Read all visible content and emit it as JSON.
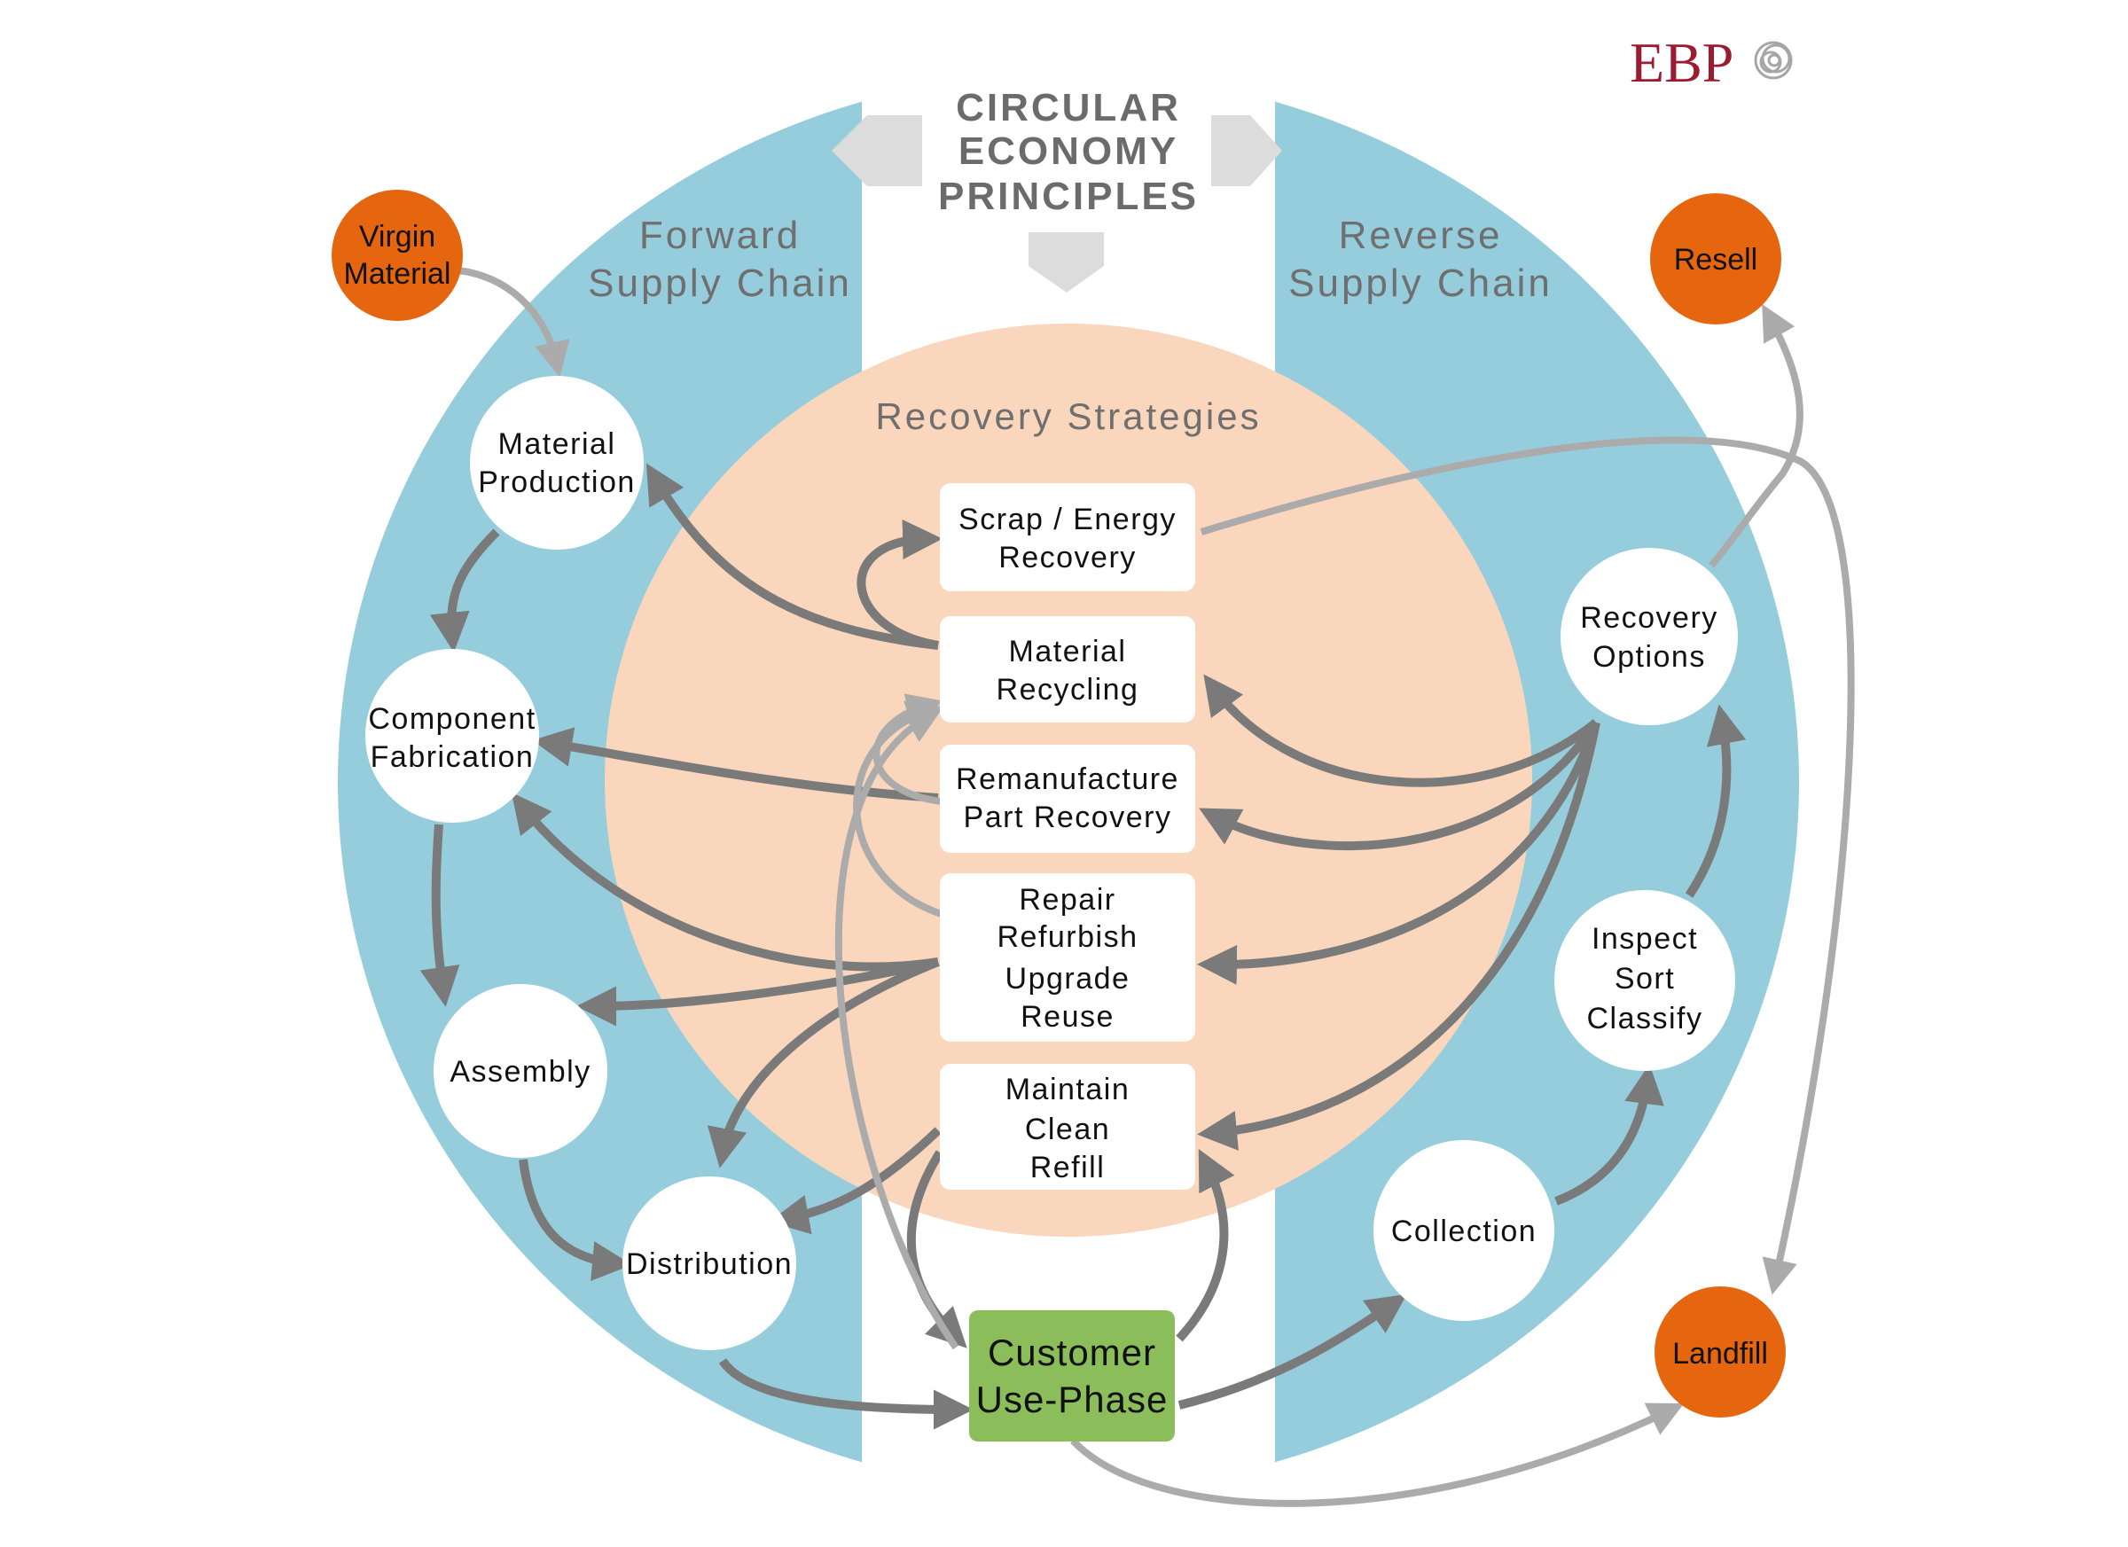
{
  "logo": {
    "text": "EBP",
    "color": "#9b1b30"
  },
  "title": {
    "line1": "CIRCULAR",
    "line2": "ECONOMY",
    "line3": "PRINCIPLES"
  },
  "forward": {
    "line1": "Forward",
    "line2": "Supply Chain"
  },
  "reverse": {
    "line1": "Reverse",
    "line2": "Supply Chain"
  },
  "recovery_title": "Recovery Strategies",
  "inputs": {
    "virgin": {
      "line1": "Virgin",
      "line2": "Material"
    },
    "resell": "Resell",
    "landfill": "Landfill"
  },
  "forward_nodes": {
    "material_production": {
      "line1": "Material",
      "line2": "Production"
    },
    "component_fabrication": {
      "line1": "Component",
      "line2": "Fabrication"
    },
    "assembly": "Assembly",
    "distribution": "Distribution"
  },
  "reverse_nodes": {
    "recovery_options": {
      "line1": "Recovery",
      "line2": "Options"
    },
    "inspect": {
      "line1": "Inspect",
      "line2": "Sort",
      "line3": "Classify"
    },
    "collection": "Collection"
  },
  "strategies": {
    "scrap": {
      "line1": "Scrap / Energy",
      "line2": "Recovery"
    },
    "recycling": {
      "line1": "Material",
      "line2": "Recycling"
    },
    "remanufacture": {
      "line1": "Remanufacture",
      "line2": "Part Recovery"
    },
    "repair": {
      "line1": "Repair",
      "line2": "Refurbish",
      "line3": "Upgrade",
      "line4": "Reuse"
    },
    "maintain": {
      "line1": "Maintain",
      "line2": "Clean",
      "line3": "Refill"
    }
  },
  "customer": {
    "line1": "Customer",
    "line2": "Use-Phase"
  },
  "colors": {
    "chain_blue": "#95cddc",
    "recovery_peach": "#f9d6bc",
    "orange": "#e5660f",
    "customer_green": "#8bbd5b",
    "arrow_dark": "#7a7a7a",
    "arrow_light": "#ababab",
    "chevron_gray": "#dcdcdc"
  }
}
